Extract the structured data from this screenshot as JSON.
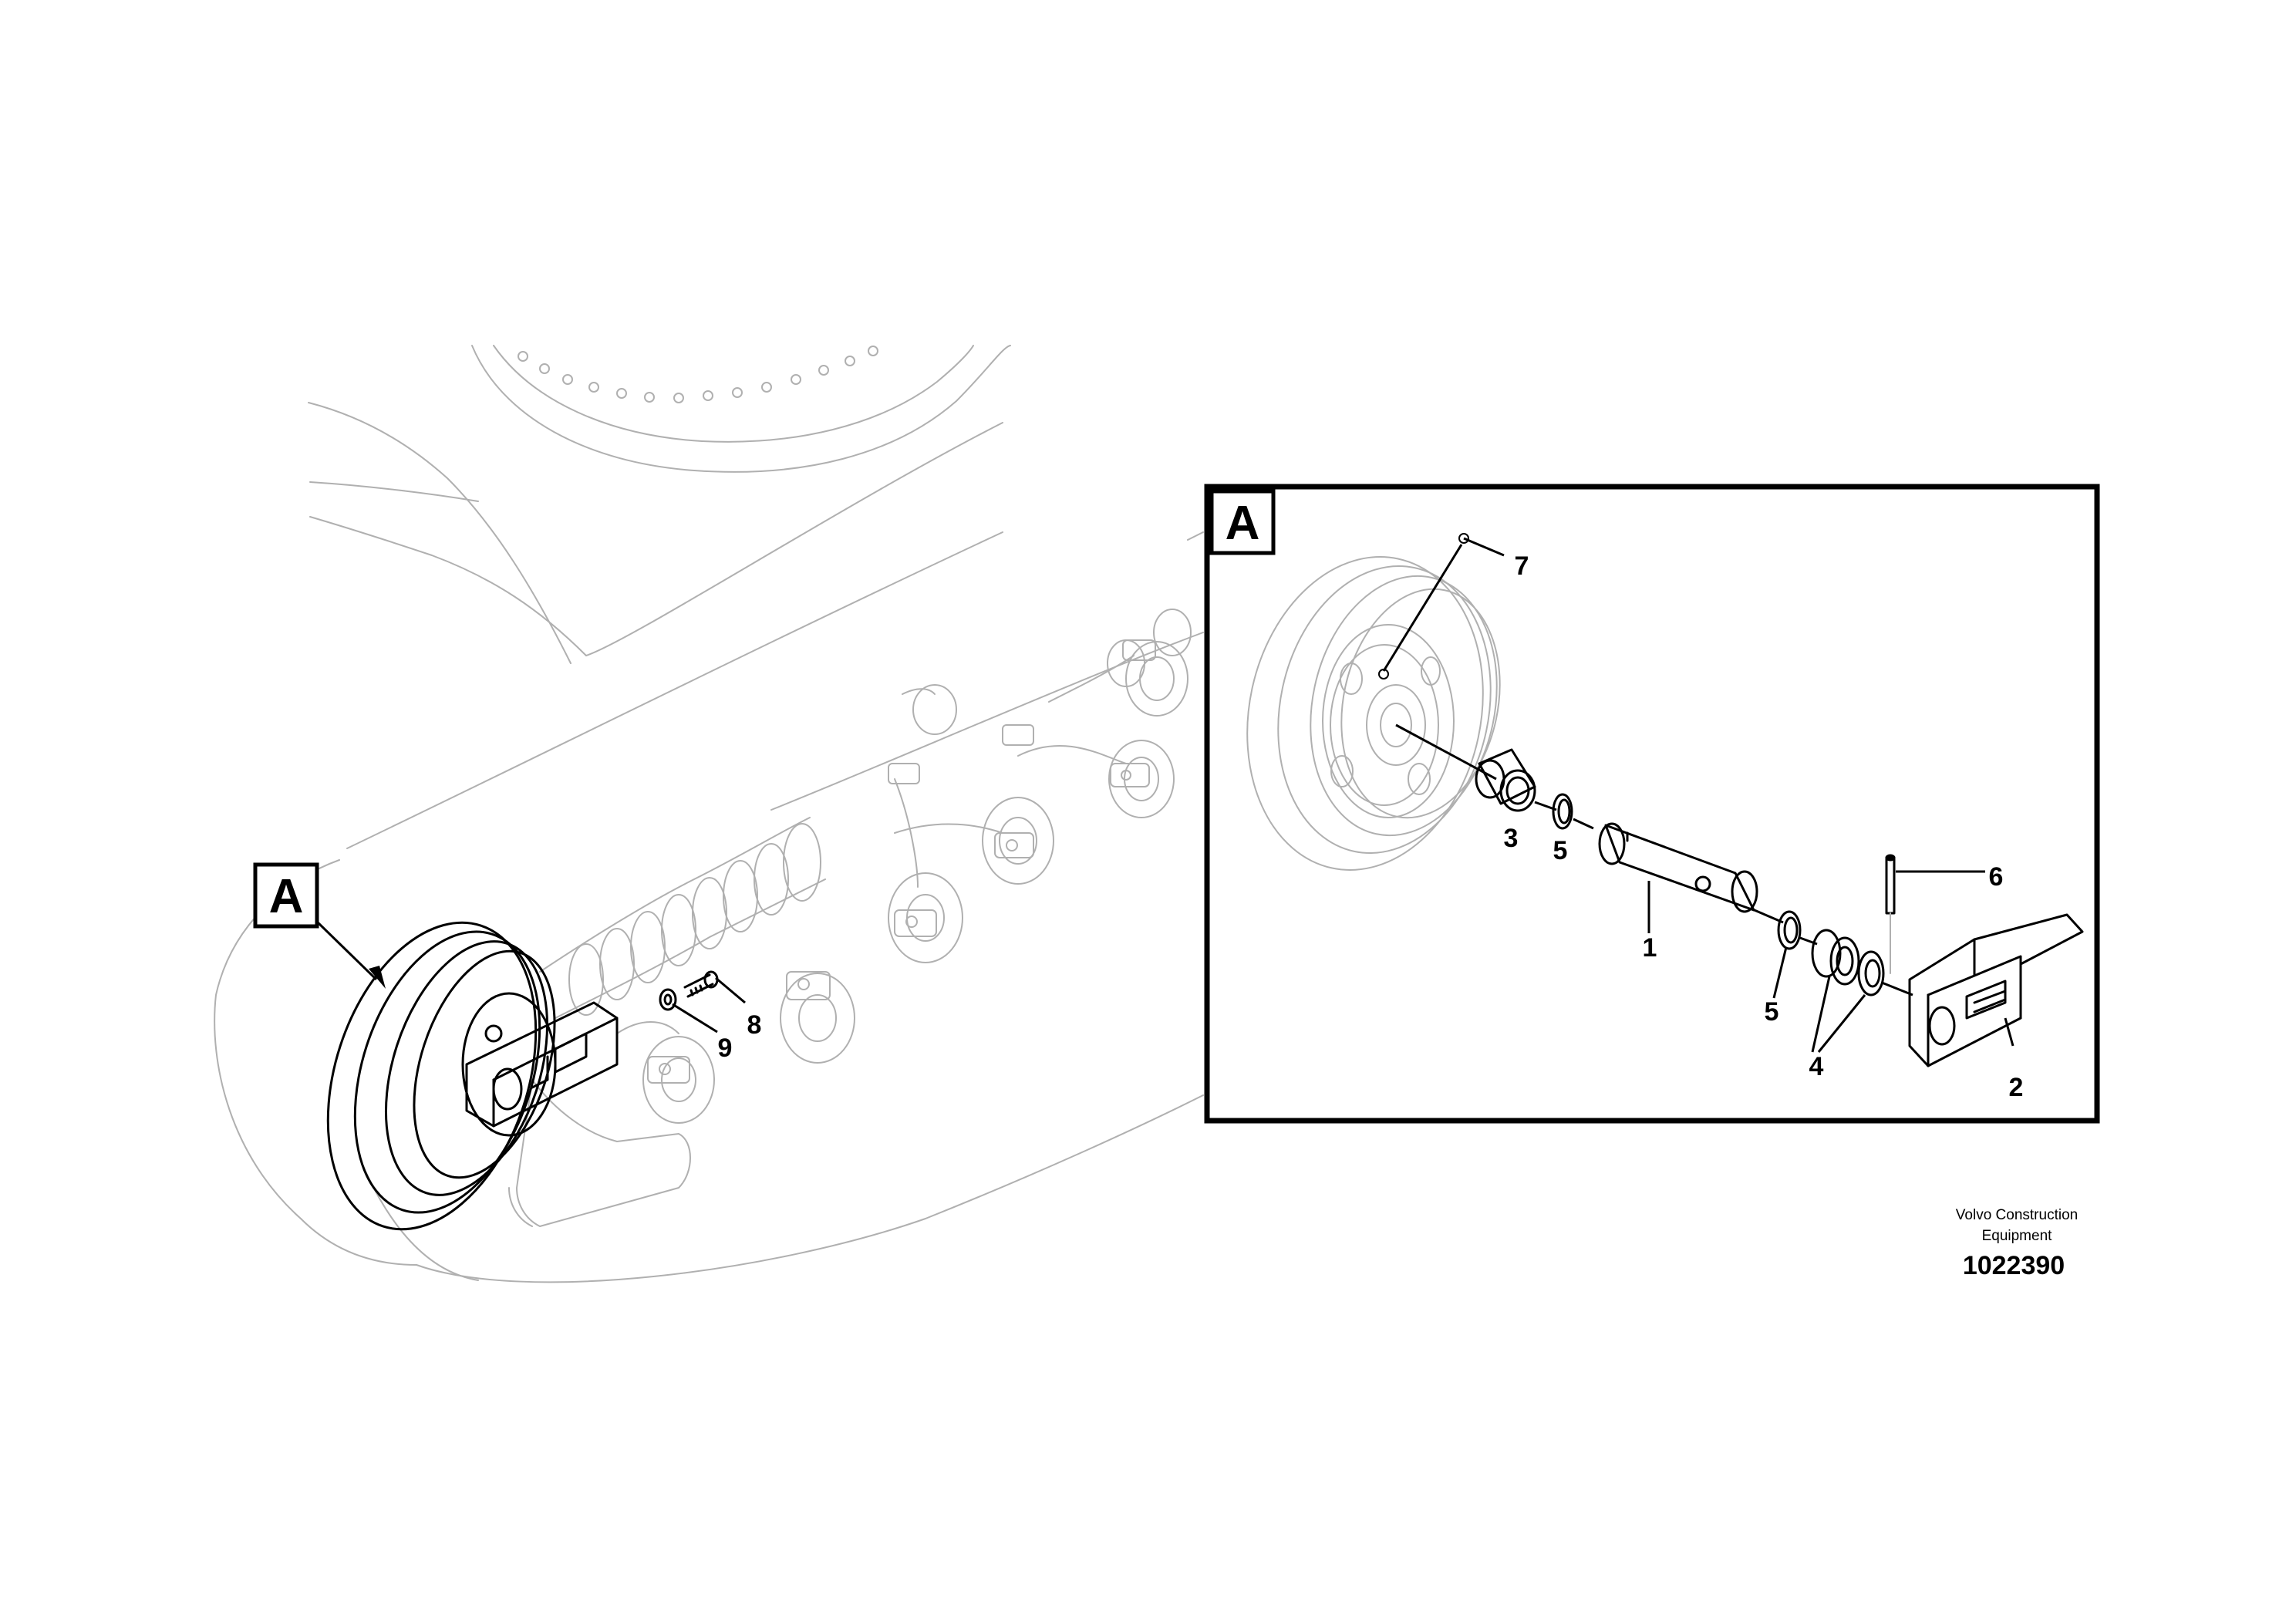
{
  "view_label": "A",
  "detail_view_label": "A",
  "callouts": {
    "c1": "1",
    "c2": "2",
    "c3": "3",
    "c4": "4",
    "c5a": "5",
    "c5b": "5",
    "c6": "6",
    "c7": "7",
    "c8": "8",
    "c9": "9"
  },
  "footer": {
    "company_line1": "Volvo Construction",
    "company_line2": "Equipment",
    "doc_number": "1022390"
  },
  "colors": {
    "line_art": "#b0b0b0",
    "ink": "#000000",
    "background": "#ffffff"
  }
}
